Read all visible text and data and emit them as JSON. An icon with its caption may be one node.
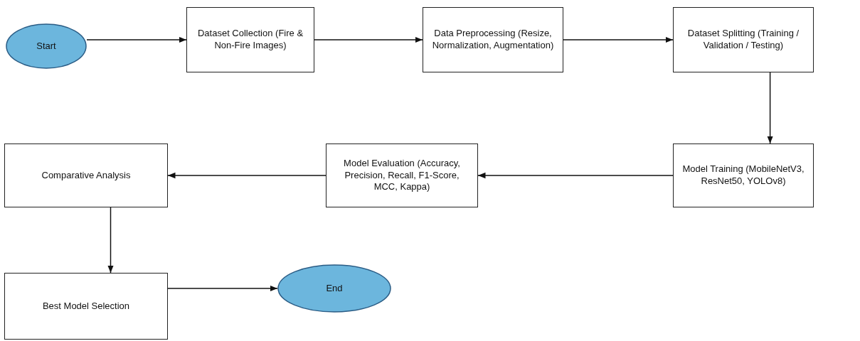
{
  "diagram": {
    "nodes": [
      {
        "text": [
          "Start"
        ]
      },
      {
        "text": [
          "Dataset Collection (Fire & Non-Fire Images)"
        ]
      },
      {
        "text": [
          "Data Preprocessing (Resize, Normalization, Augmentation)"
        ]
      },
      {
        "text": [
          "Dataset Splitting (Training / Validation / Testing)"
        ]
      },
      {
        "text": [
          "Model Training (MobileNetV3, ResNet50, YOLOv8)"
        ]
      },
      {
        "text": [
          "Model Evaluation (Accuracy, Precision, Recall, F1-Score, MCC, Kappa)"
        ]
      },
      {
        "text": [
          "Comparative Analysis"
        ]
      },
      {
        "text": [
          "Best Model Selection"
        ]
      },
      {
        "text": [
          "End"
        ]
      }
    ],
    "edges": [
      {
        "from": 0,
        "to": 1,
        "arrow": "to"
      },
      {
        "from": 1,
        "to": 2,
        "arrow": "to"
      },
      {
        "from": 2,
        "to": 3,
        "arrow": "to"
      },
      {
        "from": 3,
        "to": 4,
        "arrow": "to"
      },
      {
        "from": 4,
        "to": 5,
        "arrow": "to"
      },
      {
        "from": 5,
        "to": 6,
        "arrow": "to"
      },
      {
        "from": 6,
        "to": 7,
        "arrow": "to"
      },
      {
        "from": 7,
        "to": 8,
        "arrow": "to"
      }
    ]
  }
}
